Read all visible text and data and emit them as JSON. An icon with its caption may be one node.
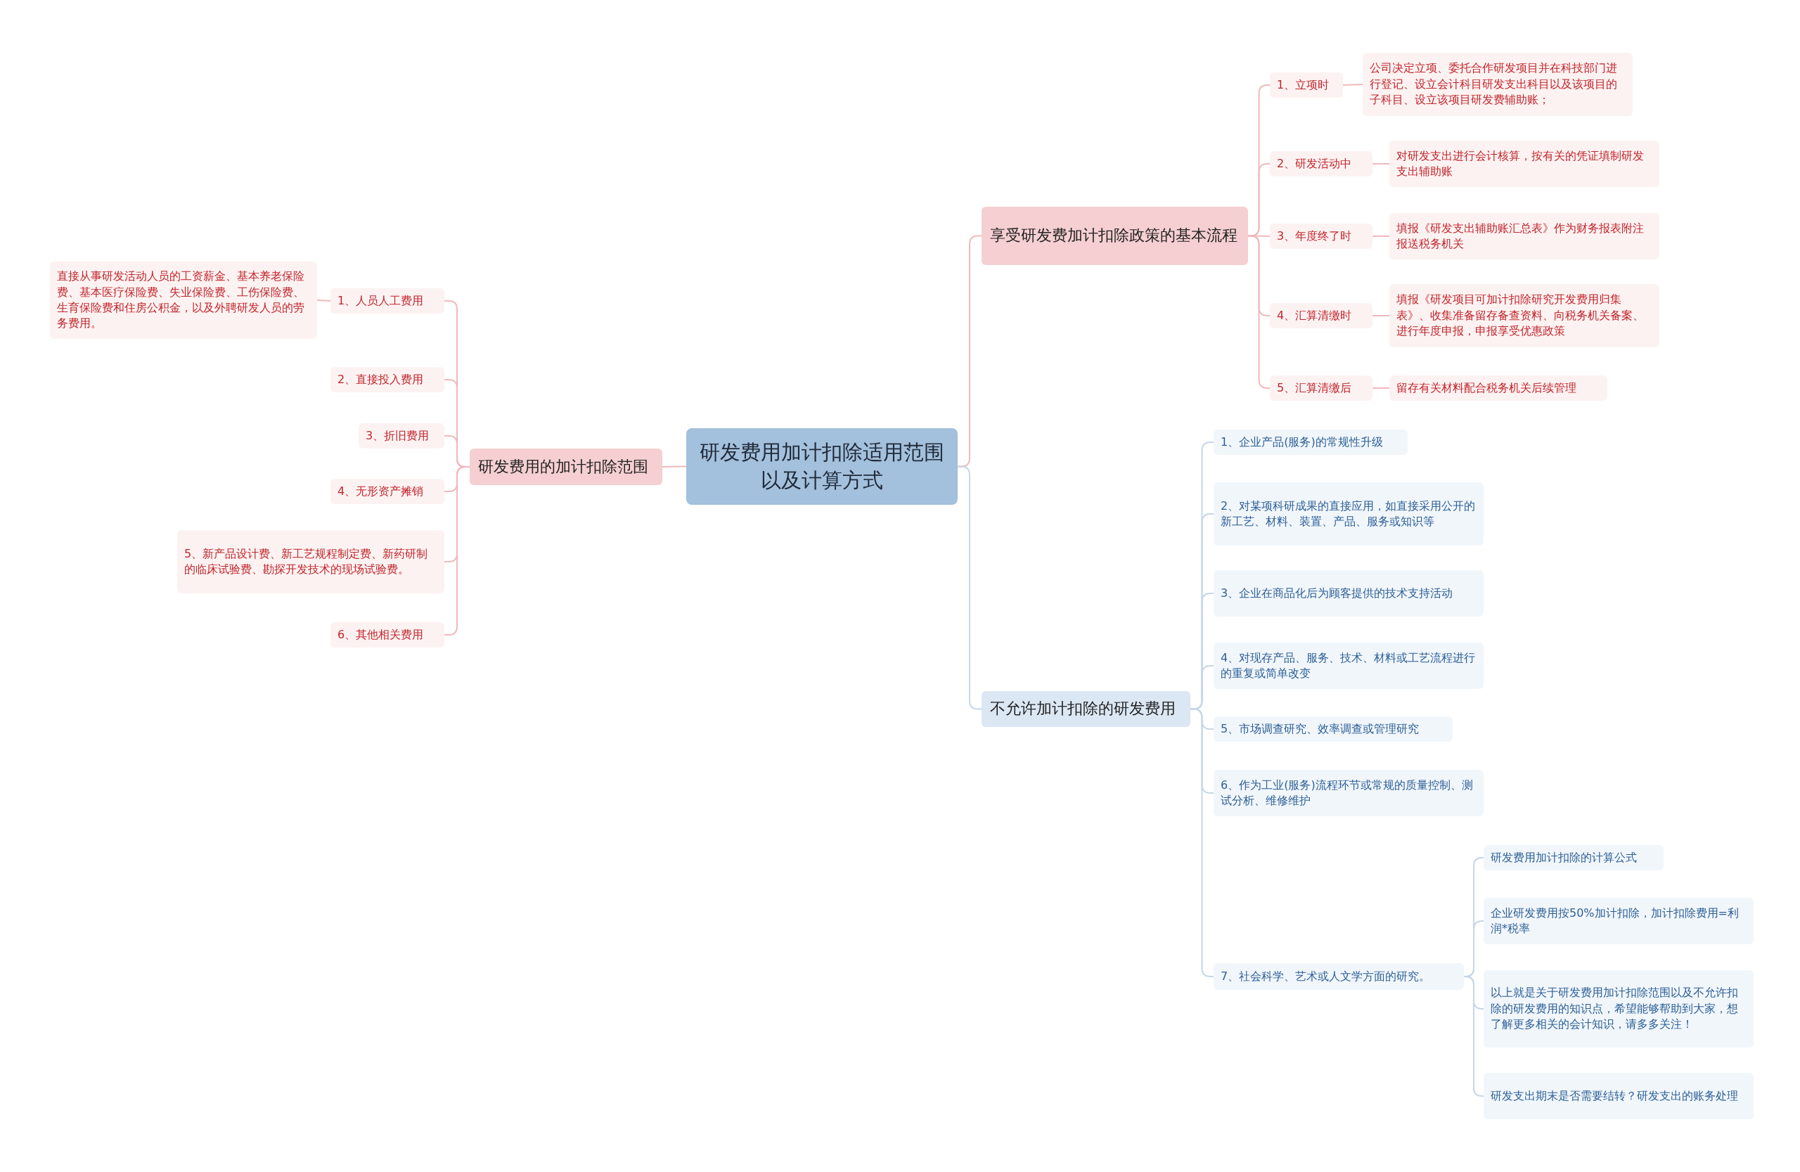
{
  "diagram": {
    "nodes": [
      {
        "text": [
          "研发费用加计扣除适用范围以及计算方式"
        ]
      },
      {
        "text": [
          "研发费用的加计扣除范围"
        ]
      },
      {
        "text": [
          "1、人员人工费用"
        ]
      },
      {
        "text": [
          "直接从事研发活动人员的工资薪金、基本养老保险费、基本医疗保险费、失业保险费、工伤保险费、生育保险费和住房公积金，以及外聘研发人员的劳务费用。"
        ]
      },
      {
        "text": [
          "2、直接投入费用"
        ]
      },
      {
        "text": [
          "3、折旧费用"
        ]
      },
      {
        "text": [
          "4、无形资产摊销"
        ]
      },
      {
        "text": [
          "5、新产品设计费、新工艺规程制定费、新药研制的临床试验费、勘探开发技术的现场试验费。"
        ]
      },
      {
        "text": [
          "6、其他相关费用"
        ]
      },
      {
        "text": [
          "享受研发费加计扣除政策的基本流程"
        ]
      },
      {
        "text": [
          "1、立项时"
        ]
      },
      {
        "text": [
          "公司决定立项、委托合作研发项目并在科技部门进行登记、设立会计科目研发支出科目以及该项目的子科目、设立该项目研发费辅助账；"
        ]
      },
      {
        "text": [
          "2、研发活动中"
        ]
      },
      {
        "text": [
          "对研发支出进行会计核算，按有关的凭证填制研发支出辅助账"
        ]
      },
      {
        "text": [
          "3、年度终了时"
        ]
      },
      {
        "text": [
          "填报《研发支出辅助账汇总表》作为财务报表附注报送税务机关"
        ]
      },
      {
        "text": [
          "4、汇算清缴时"
        ]
      },
      {
        "text": [
          "填报《研发项目可加计扣除研究开发费用归集表》、收集准备留存备查资料、向税务机关备案、进行年度申报，申报享受优惠政策"
        ]
      },
      {
        "text": [
          "5、汇算清缴后"
        ]
      },
      {
        "text": [
          "留存有关材料配合税务机关后续管理"
        ]
      },
      {
        "text": [
          "不允许加计扣除的研发费用"
        ]
      },
      {
        "text": [
          "1、企业产品(服务)的常规性升级"
        ]
      },
      {
        "text": [
          "2、对某项科研成果的直接应用，如直接采用公开的新工艺、材料、装置、产品、服务或知识等"
        ]
      },
      {
        "text": [
          "3、企业在商品化后为顾客提供的技术支持活动"
        ]
      },
      {
        "text": [
          "4、对现存产品、服务、技术、材料或工艺流程进行的重复或简单改变"
        ]
      },
      {
        "text": [
          "5、市场调查研究、效率调查或管理研究"
        ]
      },
      {
        "text": [
          "6、作为工业(服务)流程环节或常规的质量控制、测试分析、维修维护"
        ]
      },
      {
        "text": [
          "7、社会科学、艺术或人文学方面的研究。"
        ]
      },
      {
        "text": [
          "研发费用加计扣除的计算公式"
        ]
      },
      {
        "text": [
          "企业研发费用按50%加计扣除，加计扣除费用=利润*税率"
        ]
      },
      {
        "text": [
          "以上就是关于研发费用加计扣除范围以及不允许扣除的研发费用的知识点，希望能够帮助到大家，想了解更多相关的会计知识，请多多关注！"
        ]
      },
      {
        "text": [
          "研发支出期末是否需要结转？研发支出的账务处理"
        ]
      }
    ],
    "edges": [
      {
        "from": 0,
        "to": 1,
        "arrow": "none"
      },
      {
        "from": 1,
        "to": 2,
        "arrow": "none"
      },
      {
        "from": 2,
        "to": 3,
        "arrow": "none"
      },
      {
        "from": 1,
        "to": 4,
        "arrow": "none"
      },
      {
        "from": 1,
        "to": 5,
        "arrow": "none"
      },
      {
        "from": 1,
        "to": 6,
        "arrow": "none"
      },
      {
        "from": 1,
        "to": 7,
        "arrow": "none"
      },
      {
        "from": 1,
        "to": 8,
        "arrow": "none"
      },
      {
        "from": 0,
        "to": 9,
        "arrow": "none"
      },
      {
        "from": 9,
        "to": 10,
        "arrow": "none"
      },
      {
        "from": 10,
        "to": 11,
        "arrow": "none"
      },
      {
        "from": 9,
        "to": 12,
        "arrow": "none"
      },
      {
        "from": 12,
        "to": 13,
        "arrow": "none"
      },
      {
        "from": 9,
        "to": 14,
        "arrow": "none"
      },
      {
        "from": 14,
        "to": 15,
        "arrow": "none"
      },
      {
        "from": 9,
        "to": 16,
        "arrow": "none"
      },
      {
        "from": 16,
        "to": 17,
        "arrow": "none"
      },
      {
        "from": 9,
        "to": 18,
        "arrow": "none"
      },
      {
        "from": 18,
        "to": 19,
        "arrow": "none"
      },
      {
        "from": 0,
        "to": 20,
        "arrow": "none",
        "color": "#c6d6e8"
      },
      {
        "from": 20,
        "to": 21,
        "arrow": "none",
        "color": "#c6d6e8"
      },
      {
        "from": 20,
        "to": 22,
        "arrow": "none",
        "color": "#c6d6e8"
      },
      {
        "from": 20,
        "to": 23,
        "arrow": "none",
        "color": "#c6d6e8"
      },
      {
        "from": 20,
        "to": 24,
        "arrow": "none",
        "color": "#c6d6e8"
      },
      {
        "from": 20,
        "to": 25,
        "arrow": "none",
        "color": "#c6d6e8"
      },
      {
        "from": 20,
        "to": 26,
        "arrow": "none",
        "color": "#c6d6e8"
      },
      {
        "from": 20,
        "to": 27,
        "arrow": "none",
        "color": "#c6d6e8"
      },
      {
        "from": 27,
        "to": 28,
        "arrow": "none",
        "color": "#c6d6e8"
      },
      {
        "from": 27,
        "to": 29,
        "arrow": "none",
        "color": "#c6d6e8"
      },
      {
        "from": 27,
        "to": 30,
        "arrow": "none",
        "color": "#c6d6e8"
      },
      {
        "from": 27,
        "to": 31,
        "arrow": "none",
        "color": "#c6d6e8"
      }
    ]
  }
}
